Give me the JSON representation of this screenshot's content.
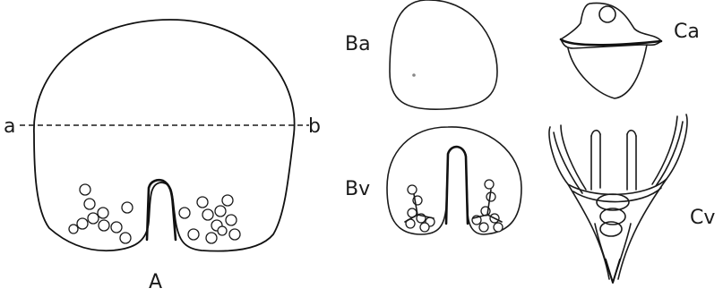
{
  "figure": {
    "labels": {
      "A": "A",
      "a": "a",
      "b": "b",
      "Ba": "Ba",
      "Bv": "Bv",
      "Ca": "Ca",
      "Cv": "Cv"
    }
  }
}
